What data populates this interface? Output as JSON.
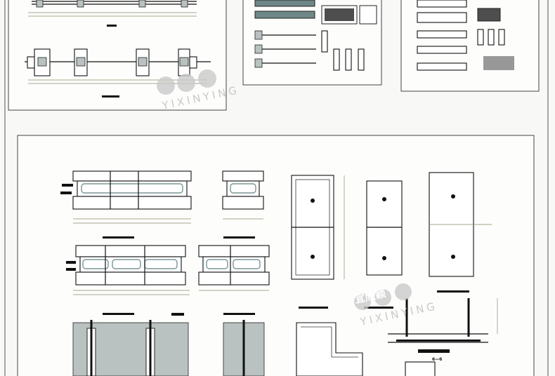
{
  "viewer": {
    "title": "CAD drawing sheets preview",
    "section_label": "6—6"
  },
  "watermark": {
    "brand_cn": "宜欣颖",
    "brand_en": "YIXINYING"
  },
  "colors": {
    "background": "#f8f8f6",
    "sheet": "#fdfdfc",
    "line": "#111111",
    "dimension": "#8a8a6a",
    "panel": "#7a9595",
    "watermark": "#bdbdbd"
  }
}
